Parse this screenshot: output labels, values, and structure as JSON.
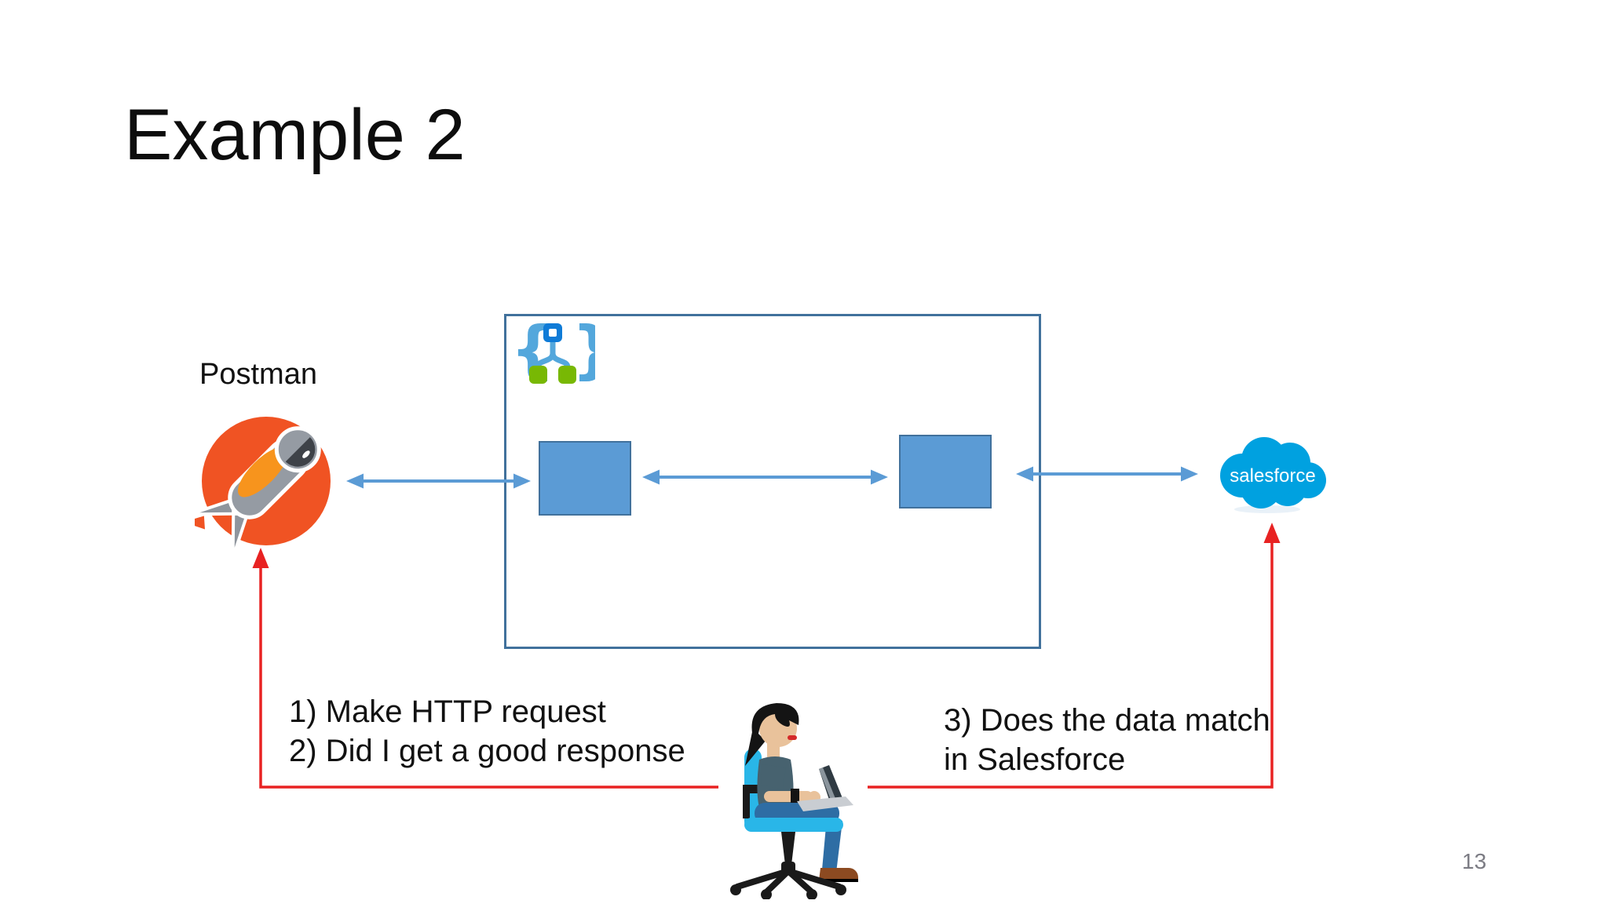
{
  "slide": {
    "title": "Example 2",
    "page_number": "13"
  },
  "diagram": {
    "postman_label": "Postman",
    "salesforce_label": "salesforce",
    "steps_left": {
      "line1": "1) Make HTTP request",
      "line2": "2) Did I get a good response"
    },
    "steps_right": {
      "line1": "3) Does the data match",
      "line2": "in Salesforce"
    }
  },
  "colors": {
    "postman_orange": "#F05323",
    "postman_accent_orange": "#F7941D",
    "salesforce_blue": "#00A1E0",
    "shape_blue_fill": "#5B9BD5",
    "shape_blue_border": "#41719C",
    "connector_red": "#E82222",
    "api_icon_blue": "#53A7DC",
    "api_icon_node_blue": "#0F7BD7",
    "api_icon_node_green": "#78B804",
    "page_number_gray": "#7B7B83",
    "text_black": "#111111"
  },
  "icons": {
    "postman-logo": "orange circle with astronaut mascot",
    "api-icon": "curly braces around node tree",
    "salesforce-logo": "blue cloud wordmark",
    "person-illustration": "person sitting on office chair with laptop",
    "double-arrow": "blue double-headed arrow",
    "red-connector-arrow": "red elbow arrow pointing up"
  }
}
